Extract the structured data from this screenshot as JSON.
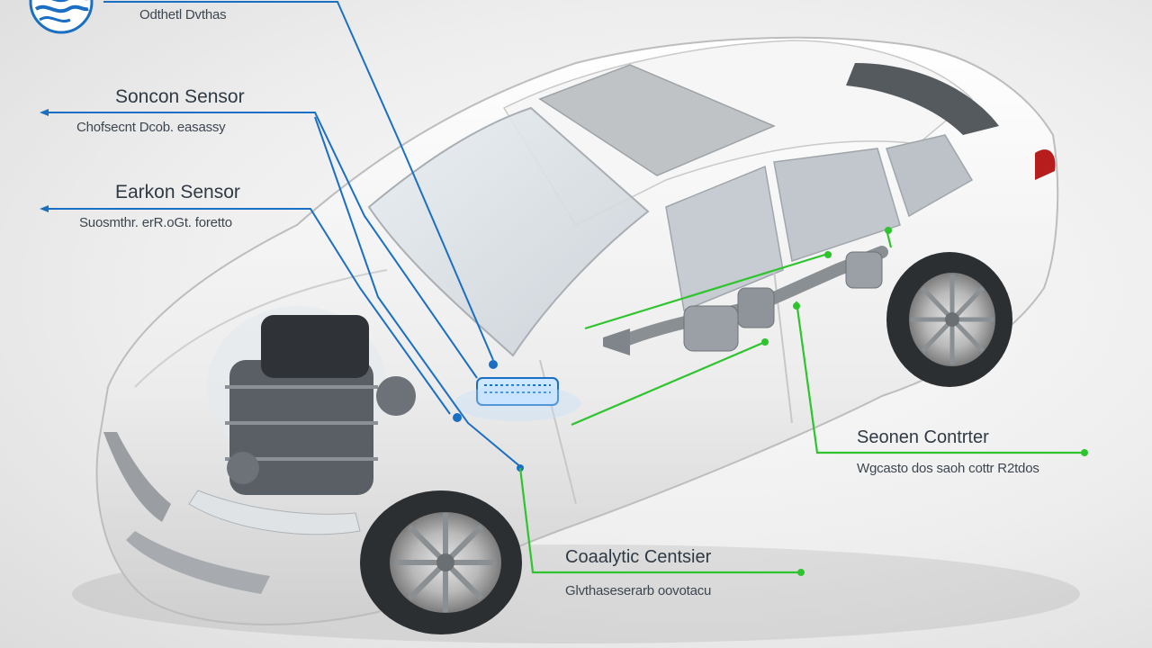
{
  "logo": {
    "name": "company-wave-logo"
  },
  "top_caption": "Odthetl Dvthas",
  "callouts": {
    "sensor_upper": {
      "title": "Soncon Sensor",
      "subtitle": "Chofsecnt Dcob. easassy"
    },
    "sensor_lower": {
      "title": "Earkon Sensor",
      "subtitle": "Suosmthr. erR.oGt. foretto"
    },
    "sensor_right": {
      "title": "Seonen Contrter",
      "subtitle": "Wgcasto dos saoh cottr R2tdos"
    },
    "catalytic": {
      "title": "Coaalytic Centsier",
      "subtitle": "Glvthaseserarb oovotacu"
    }
  },
  "colors": {
    "blue_leader": "#1a6fc4",
    "green_leader": "#2ec42e",
    "car_body": "#f2f2f2",
    "engine": "#4a4f55"
  }
}
